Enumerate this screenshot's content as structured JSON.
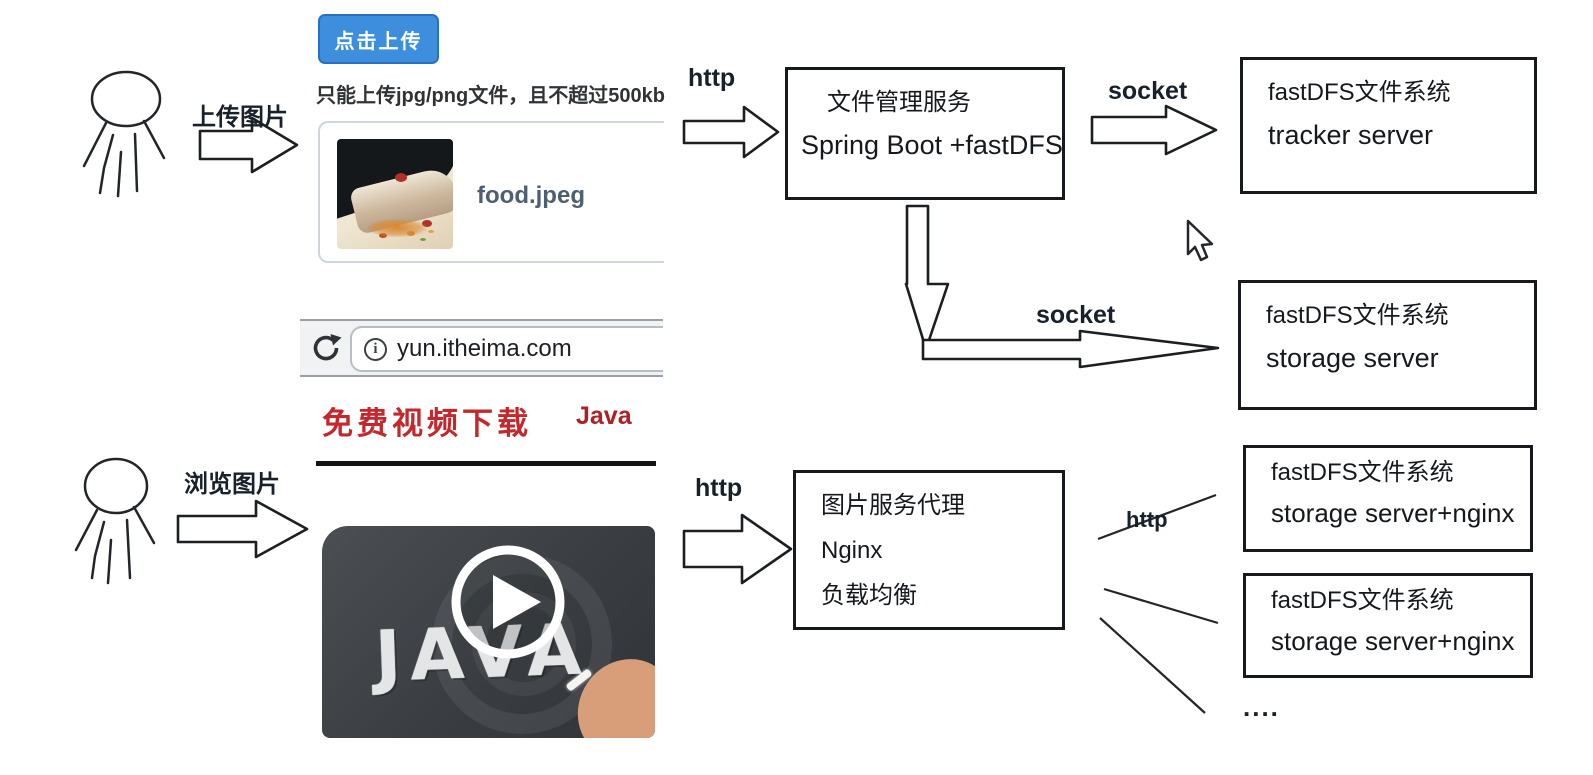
{
  "colors": {
    "primary_blue": "#3e8ede",
    "title_red": "#c4272c",
    "java_link_red": "#ad2024",
    "box_border": "#16191d"
  },
  "icons": {
    "refresh": "refresh-icon",
    "info": "info-icon",
    "play": "play-icon",
    "mouse_cursor": "mouse-cursor-icon"
  },
  "actors": {
    "upload_label": "上传图片",
    "browse_label": "浏览图片"
  },
  "upload": {
    "button_label": "点击上传",
    "hint": "只能上传jpg/png文件，且不超过500kb",
    "file_name": "food.jpeg"
  },
  "flow": {
    "http_upload": "http",
    "socket_tracker": "socket",
    "socket_storage": "socket",
    "http_browse": "http",
    "http_storage": "http",
    "more": "...."
  },
  "boxes": {
    "file_service": {
      "line1": "文件管理服务",
      "line2": "Spring Boot +fastDFS"
    },
    "tracker": {
      "line1": "fastDFS文件系统",
      "line2": "tracker server"
    },
    "storage": {
      "line1": "fastDFS文件系统",
      "line2": "storage server"
    },
    "nginx_proxy": {
      "line1": "图片服务代理",
      "line2": "Nginx",
      "line3": "负载均衡"
    },
    "storage_nginx_1": {
      "line1": "fastDFS文件系统",
      "line2": "storage server+nginx"
    },
    "storage_nginx_2": {
      "line1": "fastDFS文件系统",
      "line2": "storage server+nginx"
    }
  },
  "browser": {
    "url": "yun.itheima.com",
    "info_glyph": "i",
    "page_title": "免费视频下载",
    "page_tag": "Java",
    "video_caption": "JAVA"
  }
}
